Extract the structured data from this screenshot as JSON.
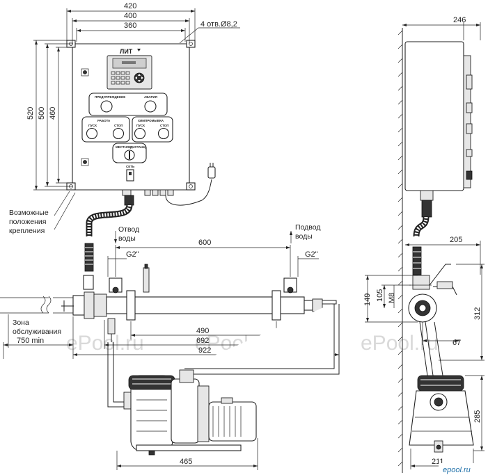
{
  "dims": {
    "w420": "420",
    "w400": "400",
    "w360": "360",
    "holes": "4 отв.Ø8,2",
    "h520": "520",
    "h500": "500",
    "h460": "460",
    "d246": "246",
    "d205": "205",
    "d149": "149",
    "d105": "105",
    "dM8": "M8",
    "d312": "312",
    "d67": "67",
    "d285": "285",
    "d211": "211",
    "d600": "600",
    "g2a": "G2\"",
    "g2b": "G2\"",
    "d490": "490",
    "d692": "692",
    "d750": "750 min",
    "d922": "922",
    "d465": "465"
  },
  "labels": {
    "mounting_l1": "Возможные",
    "mounting_l2": "положения",
    "mounting_l3": "крепления",
    "outlet_l1": "Отвод",
    "outlet_l2": "воды",
    "inlet_l1": "Подвод",
    "inlet_l2": "воды",
    "zone_l1": "Зона",
    "zone_l2": "обслуживания"
  },
  "panel": {
    "brand": "ЛИТ",
    "indicators": [
      "ПРЕДУПРЕЖДЕНИЕ",
      "АВАРИЯ"
    ],
    "work_title": "РАБОТА",
    "work_buttons": [
      "ПУСК",
      "СТОП"
    ],
    "chem_title": "ХИМПРОМЫВКА",
    "chem_buttons": [
      "ПУСК",
      "СТОП"
    ],
    "selector_left": "МЕСТНОЕ",
    "selector_right": "ДИСТАНЦ.",
    "mains": "СЕТЬ"
  },
  "watermarks": [
    "ePool.ru",
    "ePool.ru",
    "ePool.ru"
  ],
  "corner_logo": "epool.ru"
}
